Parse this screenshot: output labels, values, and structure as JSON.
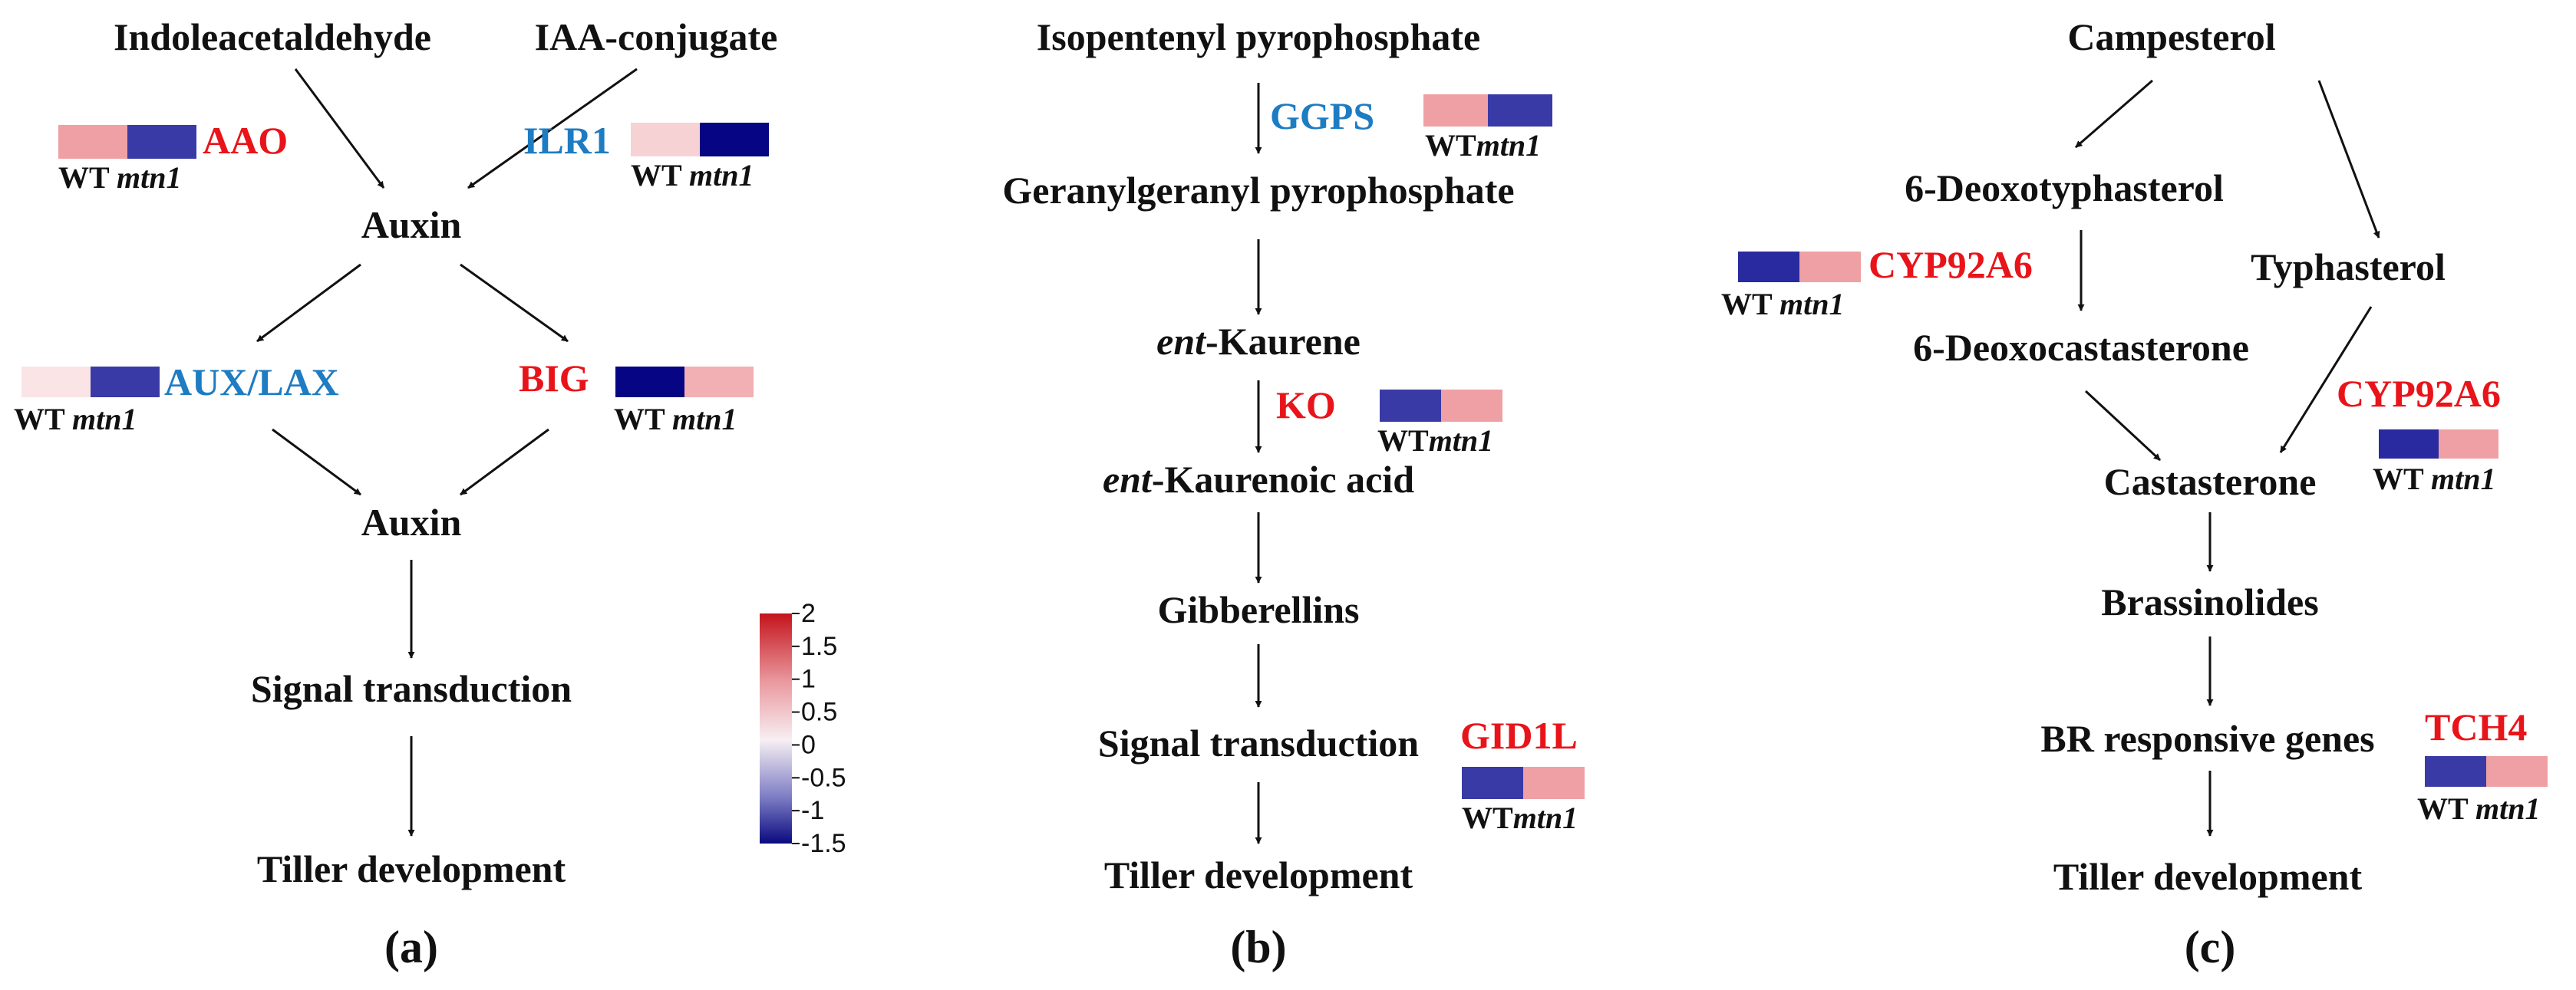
{
  "colors": {
    "up_gene": "#e8141a",
    "down_gene": "#1d7cc2",
    "scale_top": "#c4141c",
    "scale_mid": "#f7eff2",
    "scale_bottom": "#0a0a80",
    "light_pink": "#f7d2d4",
    "pink": "#efa0a4",
    "blue": "#3a3aa6",
    "dark_blue": "#060684"
  },
  "labels": {
    "wt": "WT",
    "mutant": "mtn1"
  },
  "panel_a": {
    "indoleacetaldehyde": "Indoleacetaldehyde",
    "iaa_conjugate": "IAA-conjugate",
    "auxin_1": "Auxin",
    "auxin_2": "Auxin",
    "signal": "Signal transduction",
    "tiller": "Tiller development",
    "caption": "(a)",
    "gene_aao": {
      "name": "AAO",
      "level": "up",
      "wt_value": 1.0,
      "mtn1_value": -0.9
    },
    "gene_ilr1": {
      "name": "ILR1",
      "level": "down",
      "wt_value": 0.4,
      "mtn1_value": -1.5
    },
    "gene_aux": {
      "name": "AUX/LAX",
      "level": "down",
      "wt_value": 0.3,
      "mtn1_value": -0.9
    },
    "gene_big": {
      "name": "BIG",
      "level": "up",
      "wt_value": -1.5,
      "mtn1_value": 0.8
    }
  },
  "legend": {
    "ticks": [
      "2",
      "1.5",
      "1",
      "0.5",
      "0",
      "-0.5",
      "-1",
      "-1.5"
    ],
    "range": [
      -1.5,
      2
    ]
  },
  "panel_b": {
    "ipp": "Isopentenyl pyrophosphate",
    "ggpp": "Geranylgeranyl pyrophosphate",
    "ent_prefix_1": "ent",
    "kaurene_rest": "-Kaurene",
    "ent_prefix_2": "ent",
    "kaurenoic_rest": "-Kaurenoic acid",
    "gibberellins": "Gibberellins",
    "signal": "Signal transduction",
    "tiller": "Tiller development",
    "caption": "(b)",
    "gene_ggps": {
      "name": "GGPS",
      "level": "down",
      "wt_value": 1.0,
      "mtn1_value": -0.9
    },
    "gene_ko": {
      "name": "KO",
      "level": "up",
      "wt_value": -0.9,
      "mtn1_value": 1.0
    },
    "gene_gid1l": {
      "name": "GID1L",
      "level": "up",
      "wt_value": -0.9,
      "mtn1_value": 1.0
    }
  },
  "panel_c": {
    "campesterol": "Campesterol",
    "deoxotyphasterol": "6-Deoxotyphasterol",
    "typhasterol": "Typhasterol",
    "deoxocastasterone": "6-Deoxocastasterone",
    "castasterone": "Castasterone",
    "brassinolides": "Brassinolides",
    "br_genes": "BR responsive genes",
    "tiller": "Tiller development",
    "caption": "(c)",
    "gene_cyp1": {
      "name": "CYP92A6",
      "level": "up",
      "wt_value": -1.2,
      "mtn1_value": 1.0
    },
    "gene_cyp2": {
      "name": "CYP92A6",
      "level": "up",
      "wt_value": -1.2,
      "mtn1_value": 1.0
    },
    "gene_tch4": {
      "name": "TCH4",
      "level": "up",
      "wt_value": -0.9,
      "mtn1_value": 1.0
    }
  }
}
